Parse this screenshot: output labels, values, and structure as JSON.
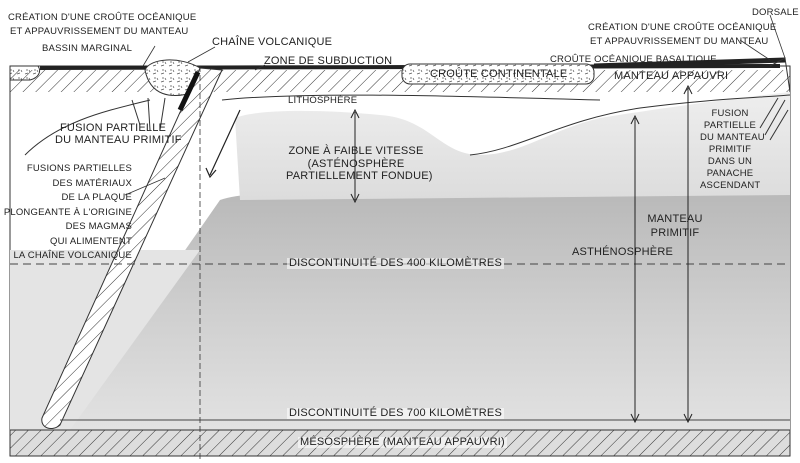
{
  "labels": {
    "creation_left_1": "CRÉATION D'UNE CROÛTE OCÉANIQUE",
    "creation_left_2": "ET APPAUVRISSEMENT DU MANTEAU",
    "bassin_marginal": "BASSIN MARGINAL",
    "chaine_volcanique": "CHAÎNE VOLCANIQUE",
    "zone_subduction": "ZONE DE SUBDUCTION",
    "dorsale": "DORSALE",
    "creation_right_1": "CRÉATION D'UNE CROÛTE OCÉANIQUE",
    "creation_right_2": "ET APPAUVRISSEMENT DU MANTEAU",
    "croute_oceanique": "CROÛTE OCÉANIQUE BASALTIQUE",
    "croute_continentale": "CROÛTE CONTINENTALE",
    "manteau_appauvri": "MANTEAU APPAUVRI",
    "lithosphere": "LITHOSPHÈRE",
    "fusion_manteau_1": "FUSION PARTIELLE",
    "fusion_manteau_2": "DU MANTEAU PRIMITIF",
    "fusions_plaque": [
      "FUSIONS PARTIELLES",
      "DES MATÉRIAUX",
      "DE LA PLAQUE",
      "PLONGEANTE À L'ORIGINE",
      "DES MAGMAS",
      "QUI ALIMENTENT",
      "LA CHAÎNE VOLCANIQUE"
    ],
    "zone_faible_1": "ZONE À FAIBLE VITESSE",
    "zone_faible_2": "(ASTÉNOSPHÈRE",
    "zone_faible_3": "PARTIELLEMENT FONDUE)",
    "panache": [
      "FUSION",
      "PARTIELLE",
      "DU MANTEAU",
      "PRIMITIF",
      "DANS UN",
      "PANACHE",
      "ASCENDANT"
    ],
    "manteau_primitif_1": "MANTEAU",
    "manteau_primitif_2": "PRIMITIF",
    "asthenosphere": "ASTHÉNOSPHÈRE",
    "discontinuite_400": "DISCONTINUITÉ DES 400 KILOMÈTRES",
    "discontinuite_700": "DISCONTINUITÉ DES 700 KILOMÈTRES",
    "mesosphere": "MÉSOSPHÈRE (MANTEAU APPAUVRI)"
  }
}
